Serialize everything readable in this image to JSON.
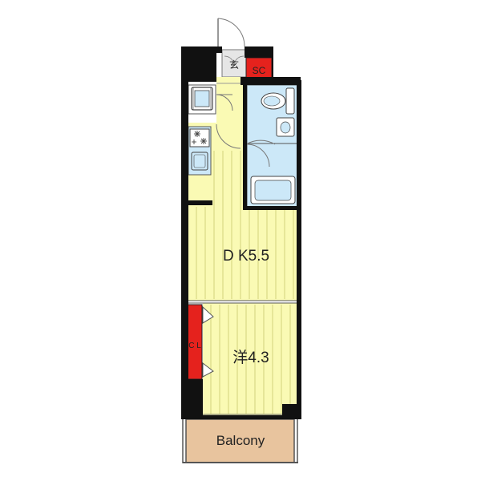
{
  "rooms": {
    "dk": {
      "label": "D K5.5"
    },
    "western_room": {
      "label": "洋4.3"
    },
    "closet": {
      "label": "C L"
    },
    "entrance": {
      "label": "玄"
    },
    "shoe_closet": {
      "label": "SC"
    },
    "balcony": {
      "label": "Balcony"
    }
  },
  "colors": {
    "wall": "#111111",
    "room_floor": "#fafab4",
    "wet_area": "#cce8f8",
    "storage": "#e5221d",
    "balcony": "#e8c49e",
    "floor_line": "#c8c86e"
  },
  "icons": {
    "washing_machine": "washing-machine-icon",
    "stove": "stove-icon",
    "sink": "kitchen-sink-icon",
    "toilet": "toilet-icon",
    "wash_basin": "wash-basin-icon",
    "bathtub": "bathtub-icon",
    "refrigerator": "refrigerator-space-icon"
  }
}
